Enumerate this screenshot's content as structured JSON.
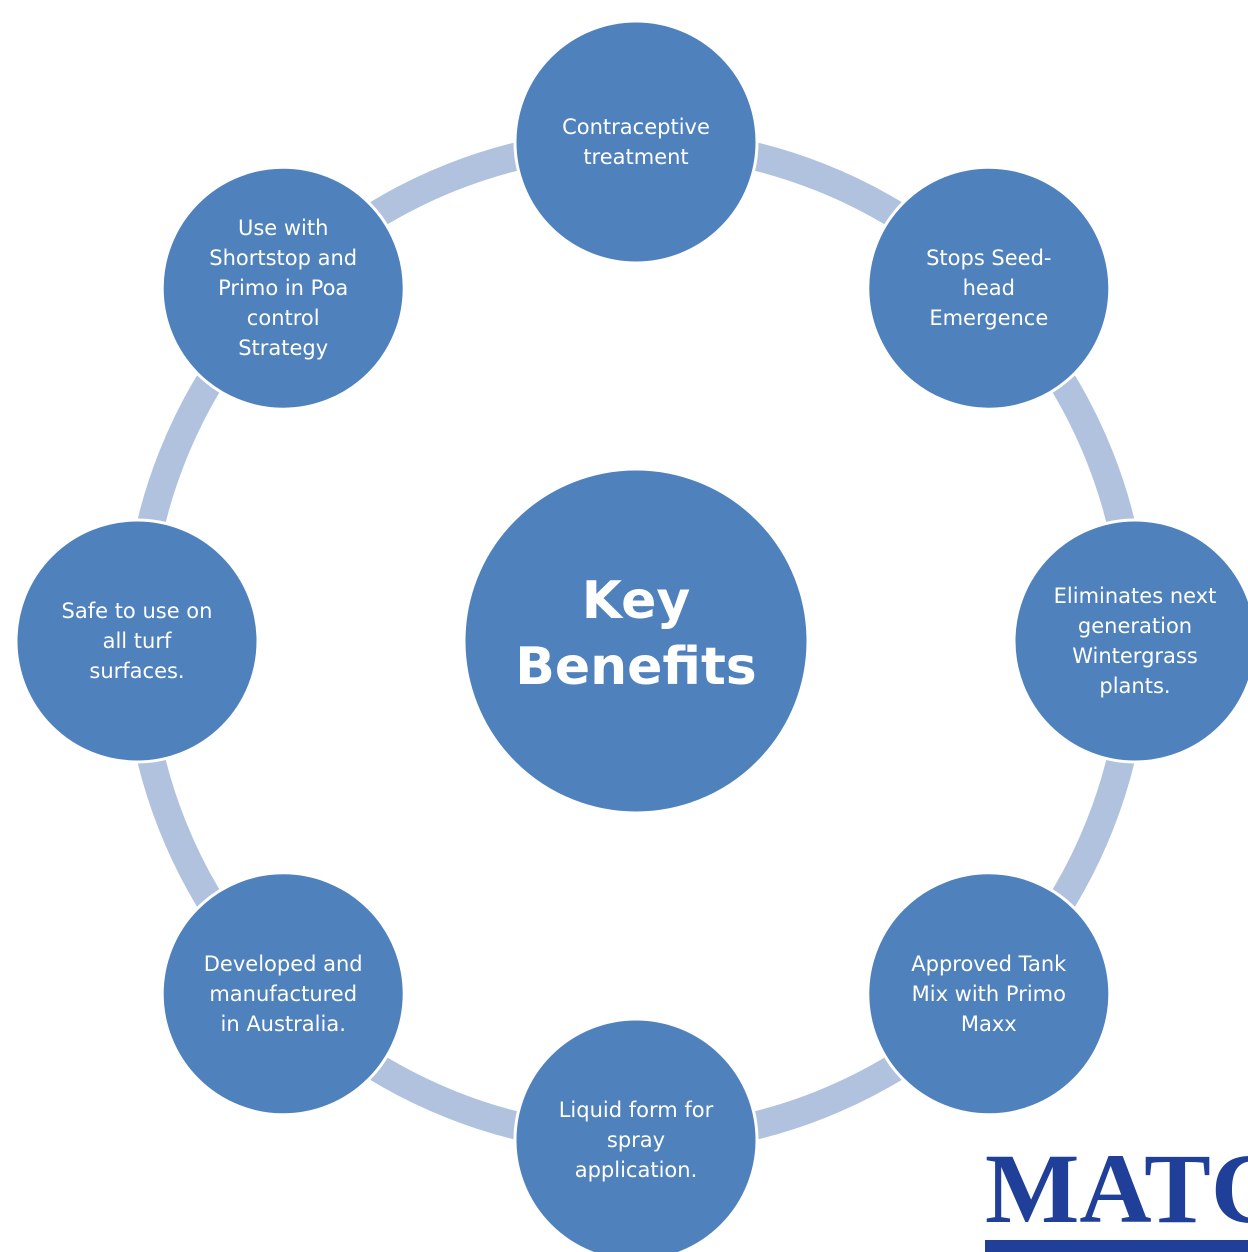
{
  "diagram": {
    "center_label": [
      "Key",
      "Benefits"
    ],
    "nodes": [
      {
        "id": "contraceptive",
        "label": [
          "Contraceptive",
          "treatment"
        ]
      },
      {
        "id": "stops-seedhead",
        "label": [
          "Stops Seed-",
          "head",
          "Emergence"
        ]
      },
      {
        "id": "eliminates-next-gen",
        "label": [
          "Eliminates next",
          "generation",
          "Wintergrass",
          "plants."
        ]
      },
      {
        "id": "approved-tank-mix",
        "label": [
          "Approved Tank",
          "Mix with Primo",
          "Maxx"
        ]
      },
      {
        "id": "liquid-form",
        "label": [
          "Liquid form for",
          "spray",
          "application."
        ]
      },
      {
        "id": "developed-australia",
        "label": [
          "Developed and",
          "manufactured",
          "in Australia."
        ]
      },
      {
        "id": "safe-turf",
        "label": [
          "Safe to use on",
          "all turf",
          "surfaces."
        ]
      },
      {
        "id": "use-with-shortstop",
        "label": [
          "Use with",
          "Shortstop and",
          "Primo in Poa",
          "control",
          "Strategy"
        ]
      }
    ],
    "colors": {
      "node_fill": "#4f81bd",
      "node_stroke": "#ffffff",
      "connector": "#b1c2de",
      "text": "#ffffff"
    }
  },
  "logo": {
    "text": "MATC",
    "color": "#1f3f99"
  }
}
